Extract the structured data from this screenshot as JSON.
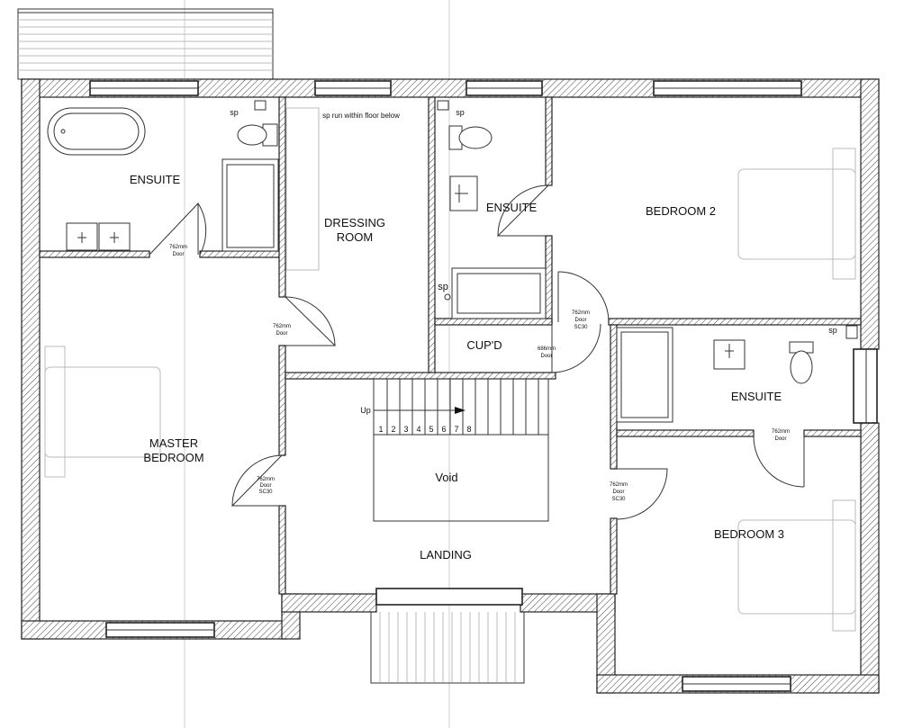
{
  "rooms": {
    "ensuite_master": "ENSUITE",
    "dressing_line1": "DRESSING",
    "dressing_line2": "ROOM",
    "ensuite_2": "ENSUITE",
    "bedroom_2": "BEDROOM 2",
    "cupboard": "CUP'D",
    "ensuite_3": "ENSUITE",
    "master_line1": "MASTER",
    "master_line2": "BEDROOM",
    "void": "Void",
    "landing": "LANDING",
    "bedroom_3": "BEDROOM 3"
  },
  "notes": {
    "sp_run": "sp run within floor below",
    "sp": "sp",
    "up": "Up"
  },
  "stair_steps": [
    "1",
    "2",
    "3",
    "4",
    "5",
    "6",
    "7",
    "8"
  ],
  "doors": {
    "d762": "762mm",
    "d686": "686mm",
    "door": "Door",
    "sc30": "SC30"
  }
}
